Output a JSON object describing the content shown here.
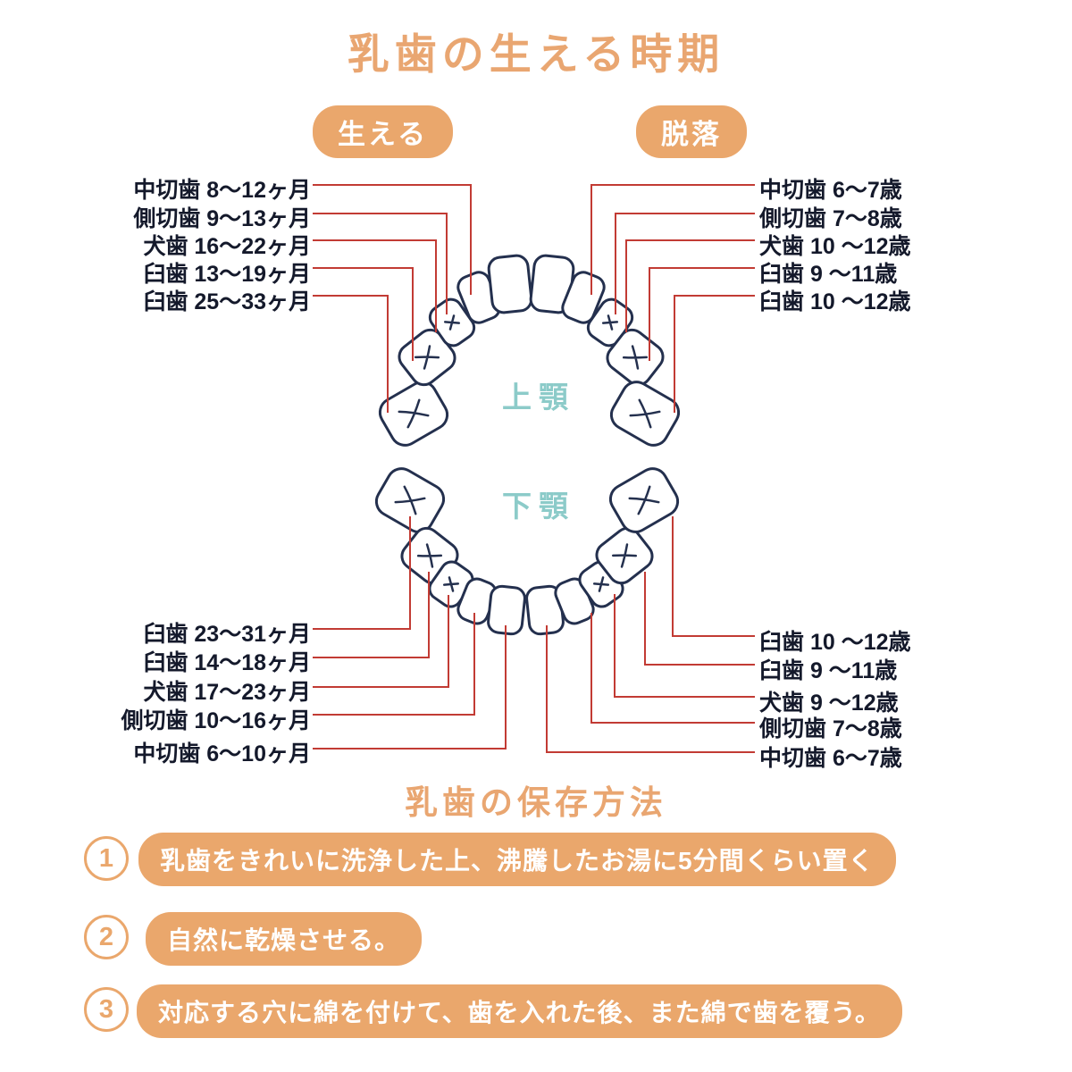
{
  "title": "乳歯の生える時期",
  "legend": {
    "erupt_badge": "生える",
    "shed_badge": "脱落"
  },
  "diagram": {
    "upper_jaw_label": "上顎",
    "lower_jaw_label": "下顎",
    "upper_erupt": [
      "中切歯 8～12ヶ月",
      "側切歯 9～13ヶ月",
      "犬歯 16～22ヶ月",
      "臼歯 13～19ヶ月",
      "臼歯 25～33ヶ月"
    ],
    "upper_shed": [
      "中切歯 6～7歳",
      "側切歯 7～8歳",
      "犬歯 10 ～12歳",
      "臼歯 9 ～11歳",
      "臼歯 10 ～12歳"
    ],
    "lower_erupt": [
      "臼歯 23～31ヶ月",
      "臼歯 14～18ヶ月",
      "犬歯 17～23ヶ月",
      "側切歯 10～16ヶ月",
      "中切歯 6～10ヶ月"
    ],
    "lower_shed": [
      "臼歯 10 ～12歳",
      "臼歯 9 ～11歳",
      "犬歯 9 ～12歳",
      "側切歯 7～8歳",
      "中切歯 6～7歳"
    ]
  },
  "preservation": {
    "title": "乳歯の保存方法",
    "steps": [
      {
        "number": "1",
        "text": "乳歯をきれいに洗浄した上、沸騰したお湯に5分間くらい置く"
      },
      {
        "number": "2",
        "text": "自然に乾燥させる。"
      },
      {
        "number": "3",
        "text": "対応する穴に綿を付けて、歯を入れた後、また綿で歯を覆う。"
      }
    ]
  },
  "colors": {
    "accent_orange": "#EAA76C",
    "connector_red": "#C23B34",
    "jaw_teal": "#8CCBC9",
    "tooth_outline_navy": "#24304E",
    "label_ink": "#14192B"
  }
}
